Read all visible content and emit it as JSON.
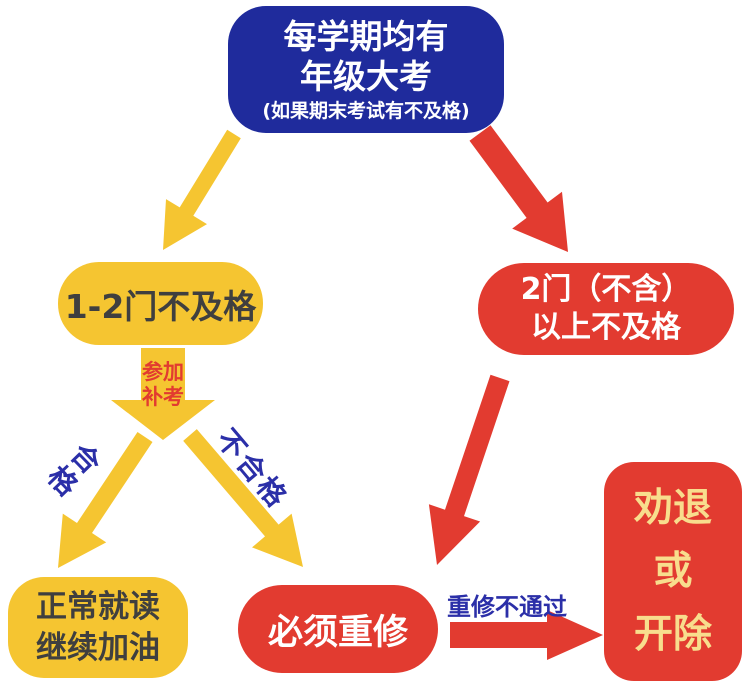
{
  "colors": {
    "navy": "#1f2b9c",
    "yellow": "#f5c531",
    "red": "#e23b30",
    "gold_text": "#f8dd8d",
    "dark_text": "#3f3f3f",
    "white": "#ffffff",
    "label_blue": "#2b2fa8",
    "background": "#ffffff"
  },
  "nodes": {
    "exam": {
      "line1": "每学期均有",
      "line2": "年级大考",
      "note": "(如果期末考试有不及格)"
    },
    "fail_1_2": {
      "label": "1-2门不及格"
    },
    "fail_gt2": {
      "line1": "2门（不含）",
      "line2": "以上不及格"
    },
    "normal": {
      "line1": "正常就读",
      "line2": "继续加油"
    },
    "retake_course": {
      "label": "必须重修"
    },
    "expel": {
      "line1": "劝退",
      "line2": "或",
      "line3": "开除"
    }
  },
  "edge_labels": {
    "makeup_exam": {
      "line1": "参加",
      "line2": "补考"
    },
    "pass": "合格",
    "fail": "不合格",
    "retake_fail": "重修不通过"
  }
}
